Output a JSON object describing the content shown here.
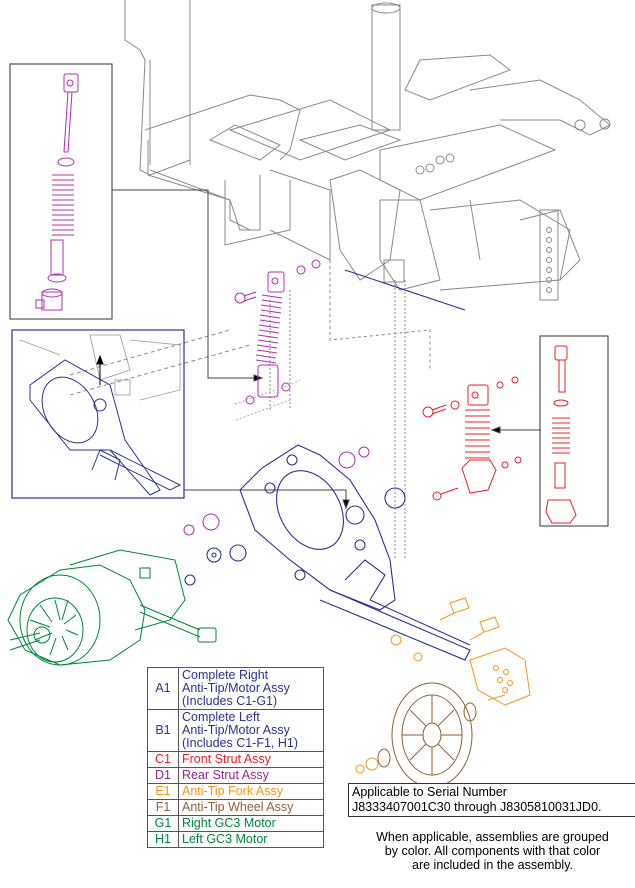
{
  "legend": [
    {
      "code": "A1",
      "label": "Complete Right Anti-Tip/Motor Assy (Includes C1-G1)",
      "lines": [
        "Complete Right",
        "Anti-Tip/Motor Assy",
        "(Includes C1-G1)"
      ],
      "color": "#2e3192"
    },
    {
      "code": "B1",
      "label": "Complete Left Anti-Tip/Motor Assy (Includes C1-F1, H1)",
      "lines": [
        "Complete Left",
        "Anti-Tip/Motor Assy",
        "(Includes C1-F1, H1)"
      ],
      "color": "#2e3192"
    },
    {
      "code": "C1",
      "label": "Front Strut Assy",
      "lines": [
        "Front Strut Assy"
      ],
      "color": "#e8202a"
    },
    {
      "code": "D1",
      "label": "Rear Strut Assy",
      "lines": [
        "Rear Strut Assy"
      ],
      "color": "#93278f"
    },
    {
      "code": "E1",
      "label": "Anti-Tip Fork Assy",
      "lines": [
        "Anti-Tip Fork Assy"
      ],
      "color": "#f7941d"
    },
    {
      "code": "F1",
      "label": "Anti-Tip Wheel Assy",
      "lines": [
        "Anti-Tip Wheel Assy"
      ],
      "color": "#8c6239"
    },
    {
      "code": "G1",
      "label": "Right GC3 Motor",
      "lines": [
        "Right GC3 Motor"
      ],
      "color": "#00843d"
    },
    {
      "code": "H1",
      "label": "Left GC3 Motor",
      "lines": [
        "Left GC3 Motor"
      ],
      "color": "#00843d"
    }
  ],
  "serial": {
    "line1": "Applicable to Serial Number",
    "line2": "J8333407001C30 through J8305810031JD0."
  },
  "note": {
    "line1": "When applicable, assemblies are grouped",
    "line2": "by color. All components with that color",
    "line3": "are included in the assembly."
  },
  "colors": {
    "frame": "#8a8a8a",
    "rear_strut": "#b02fb0",
    "front_strut": "#e8202a",
    "anti_tip_arm": "#2e3192",
    "fork": "#f7941d",
    "wheel": "#8c6239",
    "motor": "#00843d",
    "callout": "#444444"
  }
}
